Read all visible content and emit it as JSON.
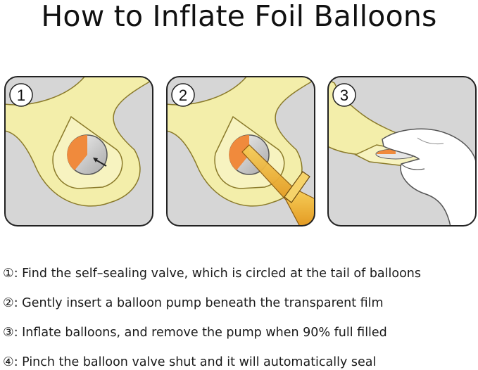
{
  "title": "How to Inflate Foil Balloons",
  "panels": [
    {
      "number": "1"
    },
    {
      "number": "2"
    },
    {
      "number": "3"
    }
  ],
  "steps": [
    "①: Find the self–sealing valve, which is circled at the tail of balloons",
    "②: Gently insert a balloon pump beneath the transparent film",
    "③: Inflate balloons, and remove the pump when 90% full filled",
    "④: Pinch the balloon valve shut and it will automatically seal"
  ],
  "colors": {
    "panel_bg": "#d6d6d6",
    "foil": "#f3eeaa",
    "foil_stroke": "#8a7a2a",
    "valve_orange": "#f08a3c",
    "valve_grey": "#cfcfcf",
    "pump": "#f0b23a",
    "hand": "#ffffff"
  }
}
